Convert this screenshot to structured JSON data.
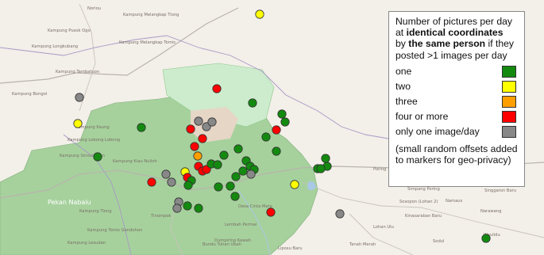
{
  "legend": {
    "title_line1": "Number of pictures per day",
    "title_line2_prefix": "at ",
    "title_line2_bold": "identical coordinates",
    "title_line3_prefix": "by ",
    "title_line3_bold": "the same person",
    "title_line3_suffix": " if they",
    "title_line4": "posted >1 images per day",
    "entries": [
      {
        "label": "one",
        "color": "#138a0f"
      },
      {
        "label": "two",
        "color": "#ffff00"
      },
      {
        "label": "three",
        "color": "#ff9e00"
      },
      {
        "label": "four or more",
        "color": "#ff0000"
      },
      {
        "label": "only one image/day",
        "color": "#888888"
      }
    ],
    "note_line1": "(small random offsets added",
    "note_line2": "to markers for geo-privacy)"
  },
  "places": [
    "Noriou",
    "Kampung Melangkap Tiong",
    "Kampung Pusok Ogo",
    "Kampung Longkubang",
    "Kampung Melangkap Tomis",
    "Kampung Tambatuon",
    "Kampung Bongol",
    "Kampung Kaung",
    "Kampung Lobong Lobong",
    "Kampung Sinsuringan",
    "Kampung Kiau Nulioh",
    "Pekan Nabalu",
    "Kampung Tiong",
    "Kampung Tomis Gondohon",
    "Kampung Lesudan",
    "Tinompok",
    "Desa Cinta Mata",
    "Lembah Permai",
    "Bundu Tuhan Ubah",
    "Dumpiring Kawah",
    "Liposu Baru",
    "Poring",
    "Simpang Poring",
    "Sosopon (Lohan 2)",
    "Namaus",
    "Singgaron Baru",
    "Kinasaraban Baru",
    "Narawang",
    "Lohan Ulu",
    "Tanah Merah",
    "Sodul",
    "Waulidu"
  ],
  "markers": [
    {
      "status": "two"
    },
    {
      "status": "four or more"
    },
    {
      "status": "one"
    },
    {
      "status": "only one image/day"
    },
    {
      "status": "two"
    },
    {
      "status": "one"
    },
    {
      "status": "one"
    },
    {
      "status": "four or more"
    }
  ]
}
